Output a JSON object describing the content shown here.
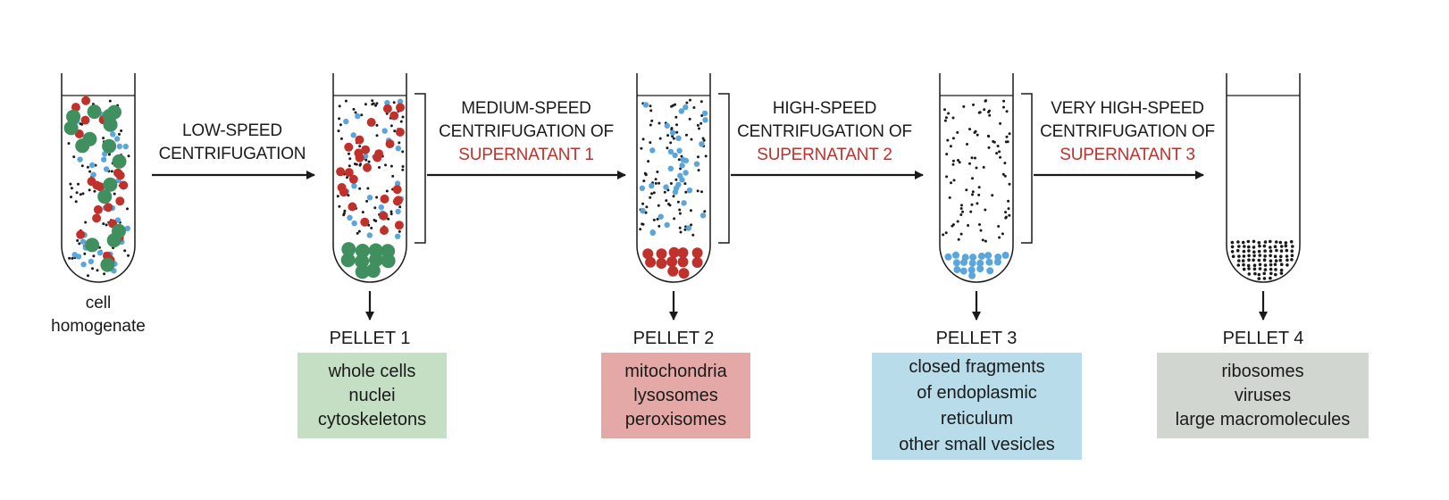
{
  "colors": {
    "green": "#3f8f5f",
    "red": "#c0312b",
    "blue": "#5aa6dc",
    "dot": "#1a1a1a",
    "box_green": "#c5dfc4",
    "box_red": "#e4a9a7",
    "box_blue": "#b9dceb",
    "box_gray": "#d2d6d0"
  },
  "start_label": [
    "cell",
    "homogenate"
  ],
  "steps": [
    {
      "lines": [
        "LOW-SPEED",
        "CENTRIFUGATION"
      ],
      "highlight": ""
    },
    {
      "lines": [
        "MEDIUM-SPEED",
        "CENTRIFUGATION OF"
      ],
      "highlight": "SUPERNATANT 1"
    },
    {
      "lines": [
        "HIGH-SPEED",
        "CENTRIFUGATION OF"
      ],
      "highlight": "SUPERNATANT 2"
    },
    {
      "lines": [
        "VERY HIGH-SPEED",
        "CENTRIFUGATION OF"
      ],
      "highlight": "SUPERNATANT 3"
    }
  ],
  "pellets": [
    {
      "title": "PELLET 1",
      "contents": [
        "whole cells",
        "nuclei",
        "cytoskeletons"
      ]
    },
    {
      "title": "PELLET 2",
      "contents": [
        "mitochondria",
        "lysosomes",
        "peroxisomes"
      ]
    },
    {
      "title": "PELLET 3",
      "contents": [
        "closed fragments",
        "of endoplasmic",
        "reticulum",
        "other small vesicles"
      ]
    },
    {
      "title": "PELLET 4",
      "contents": [
        "ribosomes",
        "viruses",
        "large macromolecules"
      ]
    }
  ]
}
